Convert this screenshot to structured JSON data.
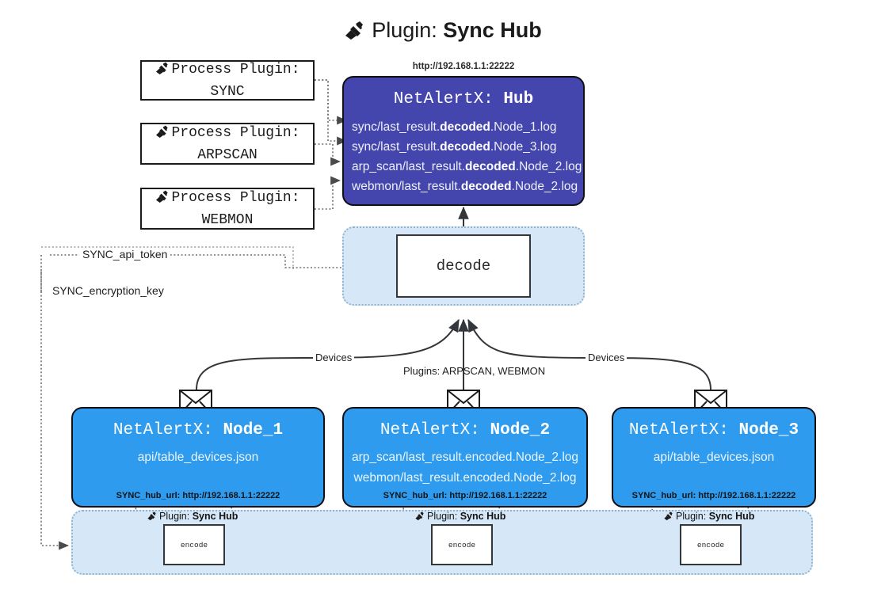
{
  "title": {
    "icon": "plug-icon",
    "prefix": "Plugin:",
    "name": "Sync Hub"
  },
  "process_plugins": [
    {
      "icon": "plug-icon",
      "label": "Process Plugin:",
      "plugin": "SYNC"
    },
    {
      "icon": "plug-icon",
      "label": "Process Plugin:",
      "plugin": "ARPSCAN"
    },
    {
      "icon": "plug-icon",
      "label": "Process Plugin:",
      "plugin": "WEBMON"
    }
  ],
  "hub": {
    "url": "http://192.168.1.1:22222",
    "title_prefix": "NetAlertX:",
    "title_name": "Hub",
    "logs": [
      {
        "pre": "sync/last_result.",
        "em": "decoded",
        "post": ".Node_1.log"
      },
      {
        "pre": "sync/last_result.",
        "em": "decoded",
        "post": ".Node_3.log"
      },
      {
        "pre": "arp_scan/last_result.",
        "em": "decoded",
        "post": ".Node_2.log"
      },
      {
        "pre": "webmon/last_result.",
        "em": "decoded",
        "post": ".Node_2.log"
      }
    ]
  },
  "decode": {
    "label": "decode"
  },
  "secrets": {
    "api_token": "SYNC_api_token",
    "encryption_key": "SYNC_encryption_key"
  },
  "edges": {
    "devices_left": "Devices",
    "plugins_center": "Plugins: ARPSCAN, WEBMON",
    "devices_right": "Devices"
  },
  "nodes": [
    {
      "title_prefix": "NetAlertX:",
      "title_name": "Node_1",
      "lines": [
        "api/table_devices.json"
      ],
      "footer": "SYNC_hub_url: http://192.168.1.1:22222",
      "envelope_icon": "envelope-icon"
    },
    {
      "title_prefix": "NetAlertX:",
      "title_name": "Node_2",
      "lines": [
        "arp_scan/last_result.encoded.Node_2.log",
        "webmon/last_result.encoded.Node_2.log"
      ],
      "footer": "SYNC_hub_url: http://192.168.1.1:22222",
      "envelope_icon": "envelope-icon"
    },
    {
      "title_prefix": "NetAlertX:",
      "title_name": "Node_3",
      "lines": [
        "api/table_devices.json"
      ],
      "footer": "SYNC_hub_url: http://192.168.1.1:22222",
      "envelope_icon": "envelope-icon"
    }
  ],
  "encoders": [
    {
      "icon": "plug-icon",
      "prefix": "Plugin:",
      "name": "Sync Hub",
      "box_label": "encode"
    },
    {
      "icon": "plug-icon",
      "prefix": "Plugin:",
      "name": "Sync Hub",
      "box_label": "encode"
    },
    {
      "icon": "plug-icon",
      "prefix": "Plugin:",
      "name": "Sync Hub",
      "box_label": "encode"
    }
  ],
  "colors": {
    "hub_fill": "#4446ae",
    "node_fill": "#2e9bee",
    "container_fill": "#d6e8f8",
    "container_border": "#8fb4cf",
    "stroke": "#33363b",
    "background": "#ffffff"
  }
}
